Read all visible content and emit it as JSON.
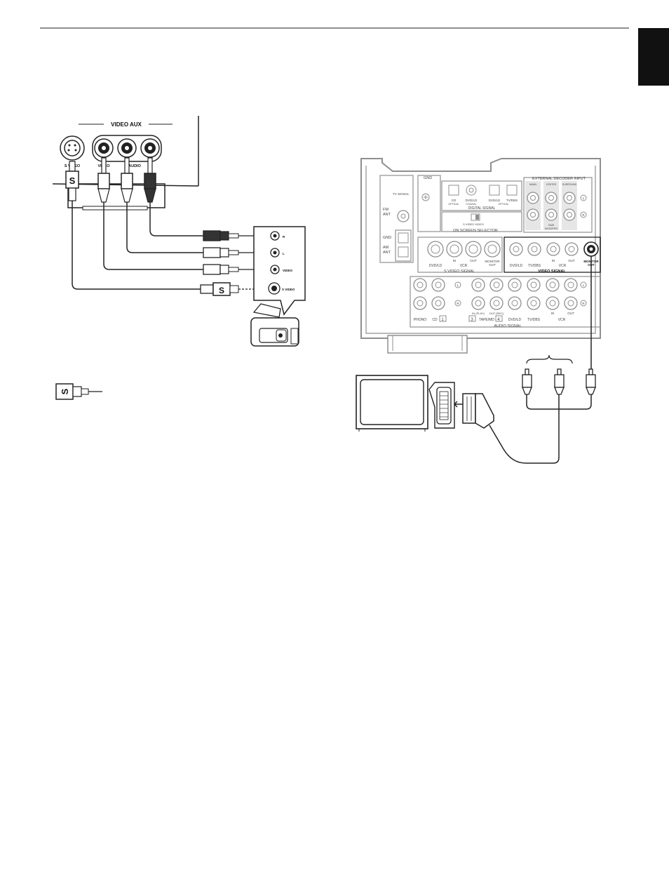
{
  "colors": {
    "ink": "#222222",
    "panel": "#8f8f8f",
    "tab": "#111111",
    "dark_plug": "#333333"
  },
  "front_panel": {
    "title": "VIDEO AUX",
    "s_video": "S VIDEO",
    "video": "VIDEO",
    "audio": "AUDIO",
    "s_glyph": "S"
  },
  "camcorder": {
    "r": "R",
    "l": "L",
    "video": "VIDEO",
    "s_video": "S VIDEO"
  },
  "legend": {
    "s_glyph": "S"
  },
  "receiver": {
    "gnd": "GND",
    "tv_signal": "TV SIGNAL",
    "fm_ant": [
      "FM",
      "ANT"
    ],
    "gnd2": "GND",
    "am_ant": [
      "AM",
      "ANT"
    ],
    "digital": {
      "cd": "CD",
      "cd_sub": "OPTICAL",
      "dvd_ld": "DVD/LD",
      "dvd_ld_sub": "COAXIAL",
      "dvd_ld2": "DVD/LD",
      "tv_dbs": "TV/DBS",
      "tv_dbs_sub": "OPTICAL",
      "title": "DIGITAL SIGNAL"
    },
    "osd": {
      "labels": "S VIDEO   VIDEO",
      "title": "ON SCREEN SELECTOR"
    },
    "ext_dec": {
      "title": "EXTERNAL DECODER INPUT",
      "main": "MAIN",
      "center": "CENTER",
      "surround": "SURROUND",
      "sub_woofer": [
        "SUB",
        "WOOFER"
      ],
      "l": "L",
      "r": "R"
    },
    "s_video_row": {
      "dvd_ld": "DVD/LD",
      "in": "IN",
      "out": "OUT",
      "vcr": "VCR",
      "monitor_out": [
        "MONITOR",
        "OUT"
      ],
      "title": "S VIDEO SIGNAL"
    },
    "video_row": {
      "dvd_ld": "DVD/LD",
      "tv_dbs": "TV/DBS",
      "in": "IN",
      "out": "OUT",
      "vcr": "VCR",
      "monitor_out": [
        "MONITOR",
        "OUT"
      ],
      "title": "VIDEO SIGNAL"
    },
    "audio_row": {
      "phono": "PHONO",
      "cd": "CD",
      "cd_num": "1",
      "in_play": "IN (PLAY)",
      "out_rec": "OUT (REC)",
      "tape_md": "TAPE/MD",
      "tape_num1": "3",
      "tape_num2": "4",
      "dvd_ld": "DVD/LD",
      "tv_dbs": "TV/DBS",
      "in": "IN",
      "out": "OUT",
      "vcr": "VCR",
      "title": "AUDIO SIGNAL",
      "l": "L",
      "r": "R"
    }
  }
}
